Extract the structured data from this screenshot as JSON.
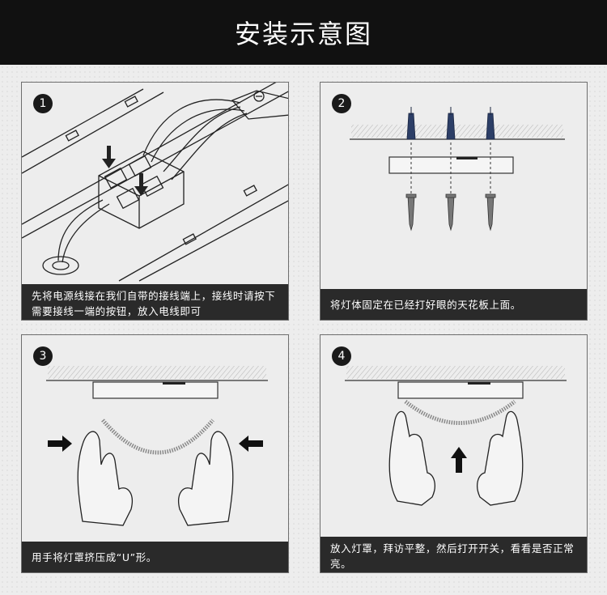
{
  "header": {
    "title": "安装示意图"
  },
  "steps": [
    {
      "number": "1",
      "caption": "先将电源线接在我们自带的接线端上，接线时请按下需要接线一端的按钮，放入电线即可"
    },
    {
      "number": "2",
      "caption": "将灯体固定在已经打好眼的天花板上面。"
    },
    {
      "number": "3",
      "caption": "用手将灯罩挤压成“U”形。"
    },
    {
      "number": "4",
      "caption": "放入灯罩，拜访平整，然后打开开关，看看是否正常亮。"
    }
  ],
  "colors": {
    "header_bg": "#111111",
    "caption_bg": "#2a2a2a",
    "panel_border": "#6e6e6e",
    "background": "#ededed"
  }
}
